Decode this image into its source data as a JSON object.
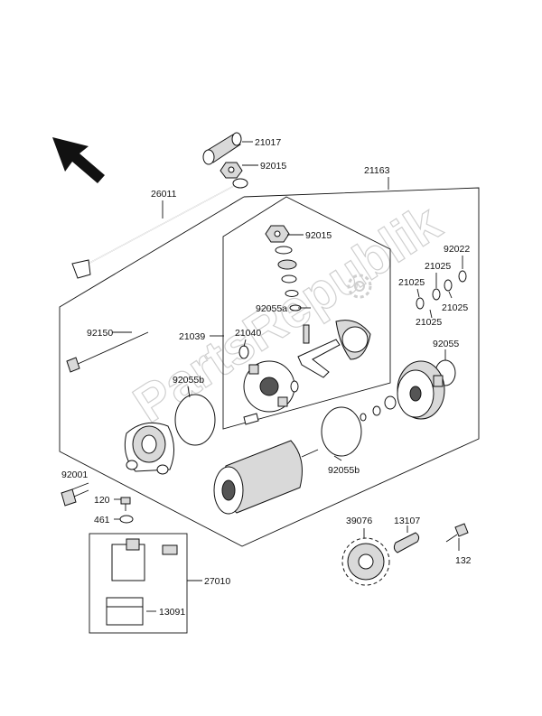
{
  "watermark": "PartsRepublik",
  "callouts": {
    "c21017": "21017",
    "c92015_top": "92015",
    "c21163": "21163",
    "c26011": "26011",
    "c92015_mid": "92015",
    "c92022": "92022",
    "c21025_a": "21025",
    "c21025_b": "21025",
    "c21025_c": "21025",
    "c21025_d": "21025",
    "c92150": "92150",
    "c92055a": "92055a",
    "c21039": "21039",
    "c21040": "21040",
    "c92055_right": "92055",
    "c92055b_left": "92055b",
    "c92055b_right": "92055b",
    "c92001": "92001",
    "c120": "120",
    "c461": "461",
    "c27010": "27010",
    "c13091": "13091",
    "c39076": "39076",
    "c13107": "13107",
    "c132": "132"
  },
  "icons": {
    "direction_arrow": "front-direction-arrow-icon",
    "gear_watermark": "gear-icon"
  }
}
